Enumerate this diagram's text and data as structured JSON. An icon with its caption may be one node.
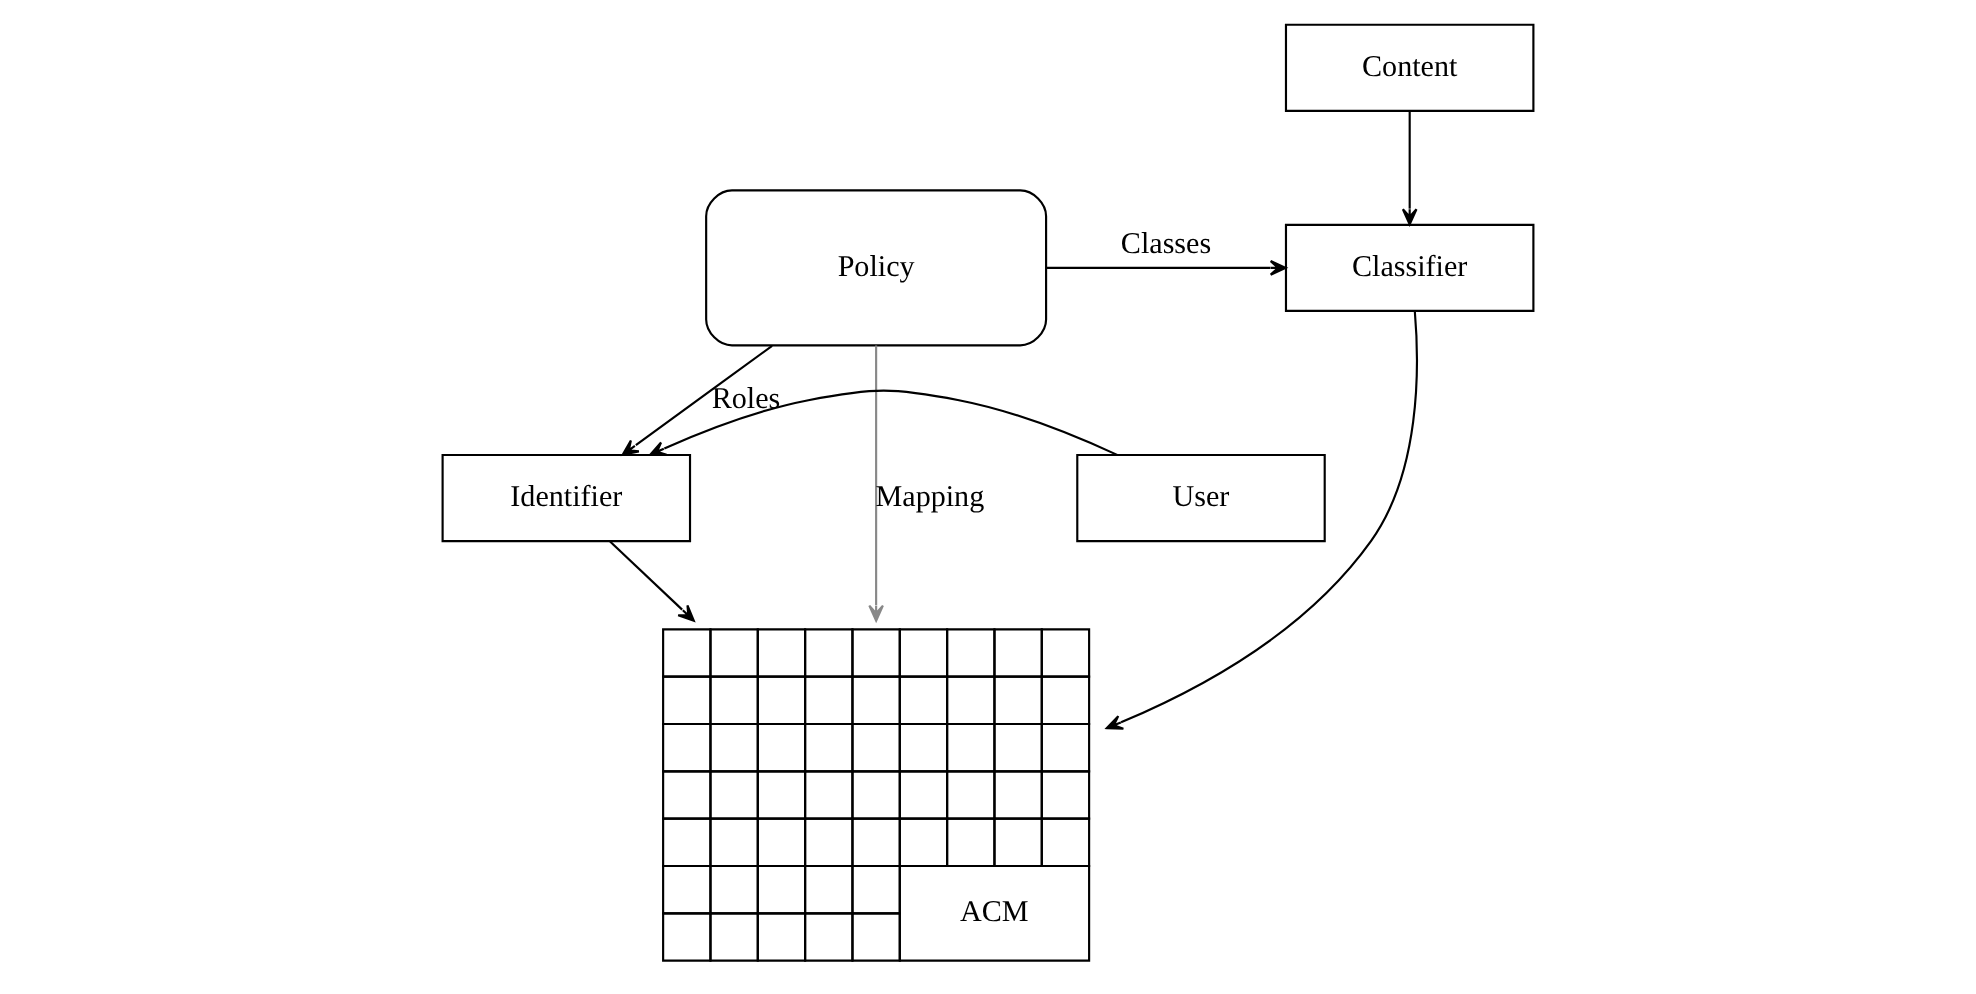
{
  "diagram": {
    "nodes": [
      {
        "text": [
          "Content"
        ]
      },
      {
        "text": [
          "Policy"
        ]
      },
      {
        "text": [
          "Classifier"
        ]
      },
      {
        "text": [
          "User"
        ]
      },
      {
        "text": [
          "Identifier"
        ]
      },
      {
        "text": [
          "ACM"
        ]
      }
    ],
    "edges": [
      {
        "from": 0,
        "to": 2,
        "arrow": "to"
      },
      {
        "from": 1,
        "to": 2,
        "arrow": "to",
        "label": "Classes"
      },
      {
        "from": 1,
        "to": 5,
        "arrow": "to",
        "label": "Mapping",
        "color": "#888888"
      },
      {
        "from": 2,
        "to": 5,
        "arrow": "to"
      },
      {
        "from": 1,
        "to": 4,
        "arrow": "to",
        "label": "Roles"
      },
      {
        "from": 3,
        "to": 4,
        "arrow": "to"
      },
      {
        "from": 4,
        "to": 5,
        "arrow": "to"
      }
    ]
  }
}
